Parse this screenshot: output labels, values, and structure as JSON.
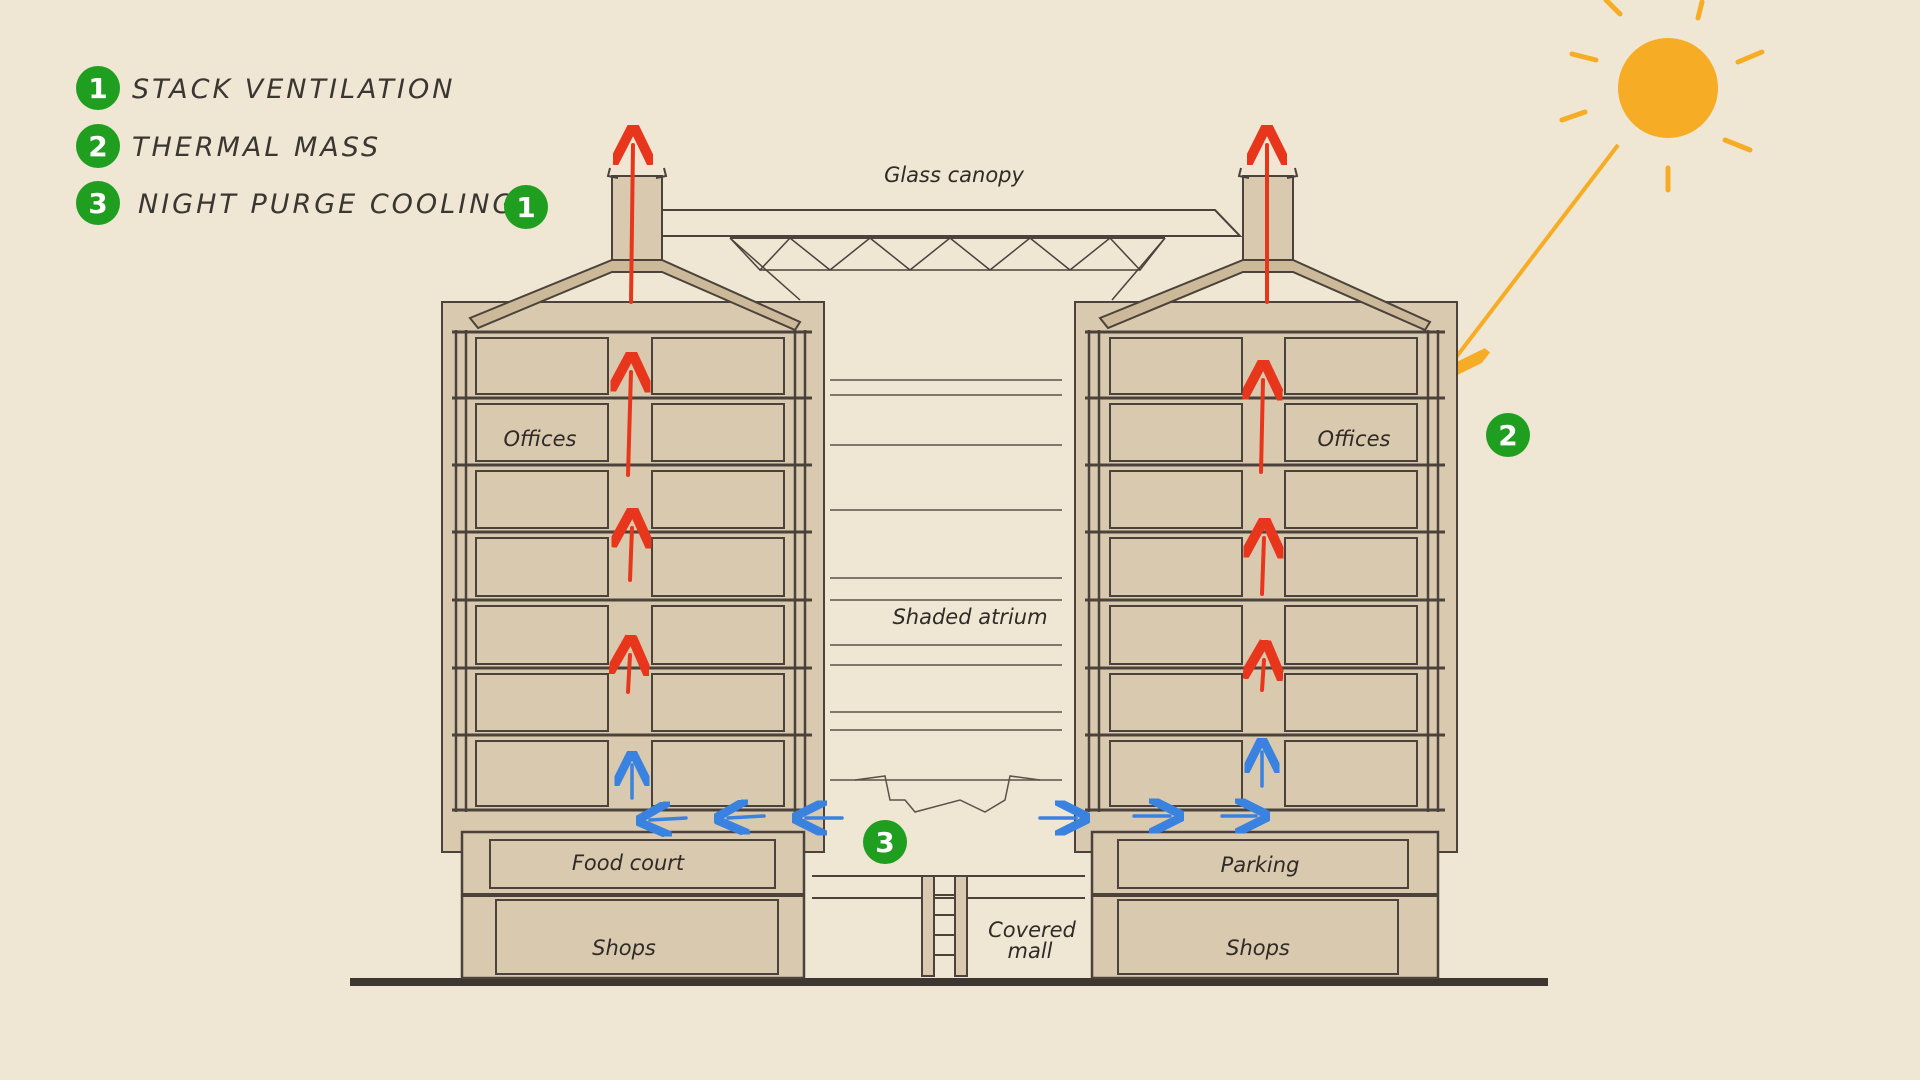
{
  "legend": [
    {
      "number": "1",
      "text": "STACK  VENTILATION"
    },
    {
      "number": "2",
      "text": "THERMAL  MASS"
    },
    {
      "number": "3",
      "text": "NIGHT  PURGE  COOLING"
    }
  ],
  "markers": {
    "one": "1",
    "two": "2",
    "three": "3"
  },
  "labels": {
    "glass_canopy": "Glass canopy",
    "offices_left": "Offices",
    "offices_right": "Offices",
    "shaded_atrium": "Shaded atrium",
    "food_court": "Food court",
    "parking": "Parking",
    "shops_left": "Shops",
    "shops_right": "Shops",
    "covered_mall_line1": "Covered",
    "covered_mall_line2": "mall"
  },
  "colors": {
    "paper": "#efe6d3",
    "badge": "#1f9e1f",
    "hot_air": "#e8361c",
    "cool_air": "#3a82e0",
    "sun": "#f6ad25",
    "structure": "#4a423b",
    "fill": "#d9c9ae"
  }
}
